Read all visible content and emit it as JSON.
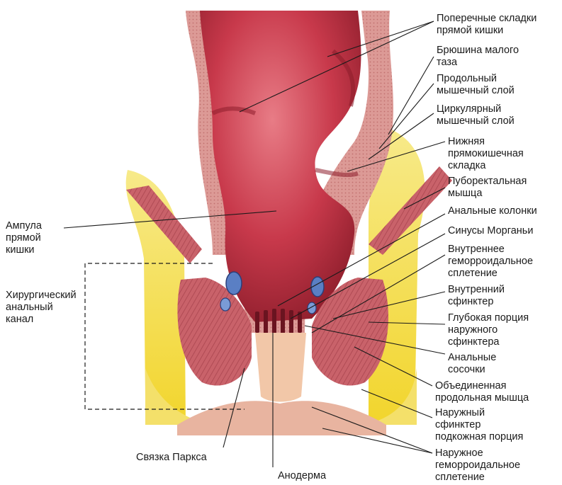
{
  "labels": {
    "transverse_folds": "Поперечные складки\nпрямой кишки",
    "pelvic_peritoneum": "Брюшина малого\nтаза",
    "longitudinal_muscle": "Продольный\nмышечный слой",
    "circular_muscle": "Циркулярный\nмышечный слой",
    "lower_rectal_fold": "Нижняя\nпрямокишечная\nскладка",
    "puborectalis": "Пуборектальная\nмышца",
    "anal_columns": "Анальные колонки",
    "morgagni_sinuses": "Синусы Морганьи",
    "internal_plexus": "Внутреннее\nгеморроидальное\nсплетение",
    "internal_sphincter": "Внутренний\nсфинктер",
    "deep_external": "Глубокая порция\nнаружного\nсфинктера",
    "anal_papillae": "Анальные\nсосочки",
    "conjoined_longitudinal": "Объединенная\nпродольная мышца",
    "external_subcutaneous": "Наружный\nсфинктер\nподкожная порция",
    "external_plexus": "Наружное\nгеморроидальное\nсплетение",
    "ampulla": "Ампула\nпрямой\nкишки",
    "surgical_canal": "Хирургический\nанальный\nканал",
    "parks_ligament": "Связка Паркса",
    "anoderm": "Анодерма"
  },
  "colors": {
    "lumen": "#c8394b",
    "lumen_dark": "#8e1e2c",
    "wall": "#d98a8a",
    "muscle": "#c9626a",
    "fat": "#f2da3c",
    "fat_light": "#f7ea8a",
    "skin": "#f2c7a8",
    "plexus_blue": "#5a7fc4",
    "line": "#1a1a1a"
  }
}
